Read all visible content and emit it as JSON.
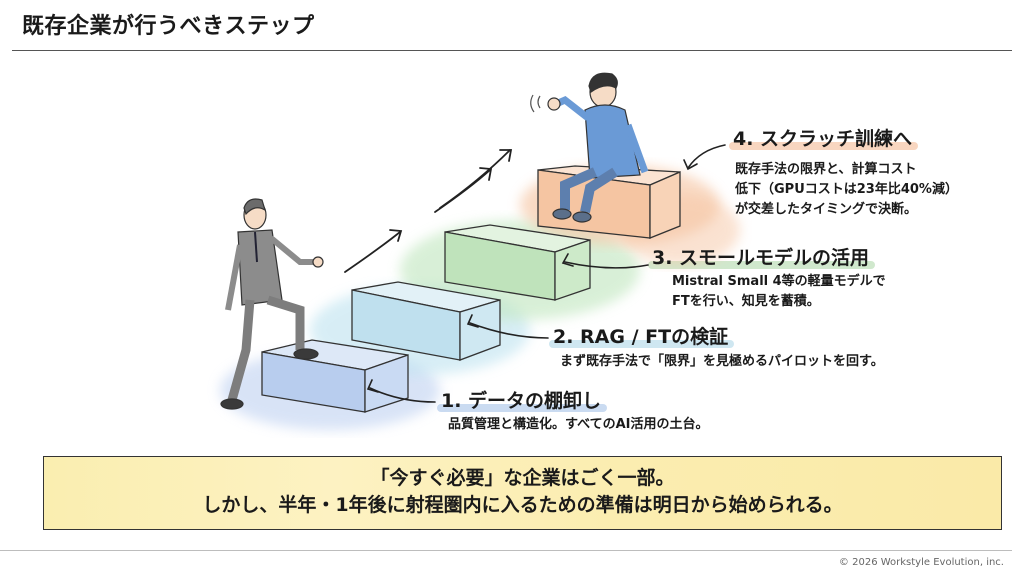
{
  "header": {
    "title": "既存企業が行うべきステップ"
  },
  "colors": {
    "step1": "#9fbde6",
    "step2": "#a8d4e6",
    "step3": "#a9d6a4",
    "step4": "#f2b48c",
    "banner": "#fcefb8",
    "suit": "#8a8a8a",
    "hoodie": "#5b8fd0"
  },
  "illustration": {
    "left_figure": "businessman-climbing-stairs",
    "right_figure": "young-person-waving-seated-on-top-step",
    "icons": [
      "arrow-up-right-icon",
      "arrow-left-icon"
    ]
  },
  "steps": [
    {
      "label": "1. データの棚卸し",
      "desc": [
        "品質管理と構造化。すべてのAI活用の土台。"
      ]
    },
    {
      "label": "2. RAG / FTの検証",
      "desc": [
        "まず既存手法で「限界」を見極めるパイロットを回す。"
      ]
    },
    {
      "label": "3. スモールモデルの活用",
      "desc": [
        "Mistral Small 4等の軽量モデルで",
        "FTを行い、知見を蓄積。"
      ]
    },
    {
      "label": "4. スクラッチ訓練へ",
      "desc": [
        "既存手法の限界と、計算コスト",
        "低下（GPUコストは23年比40%減）",
        "が交差したタイミングで決断。"
      ]
    }
  ],
  "banner": {
    "line1": "「今すぐ必要」な企業はごく一部。",
    "line2": "しかし、半年・1年後に射程圏内に入るための準備は明日から始められる。"
  },
  "footer": {
    "copyright": "© 2026 Workstyle Evolution, inc."
  }
}
